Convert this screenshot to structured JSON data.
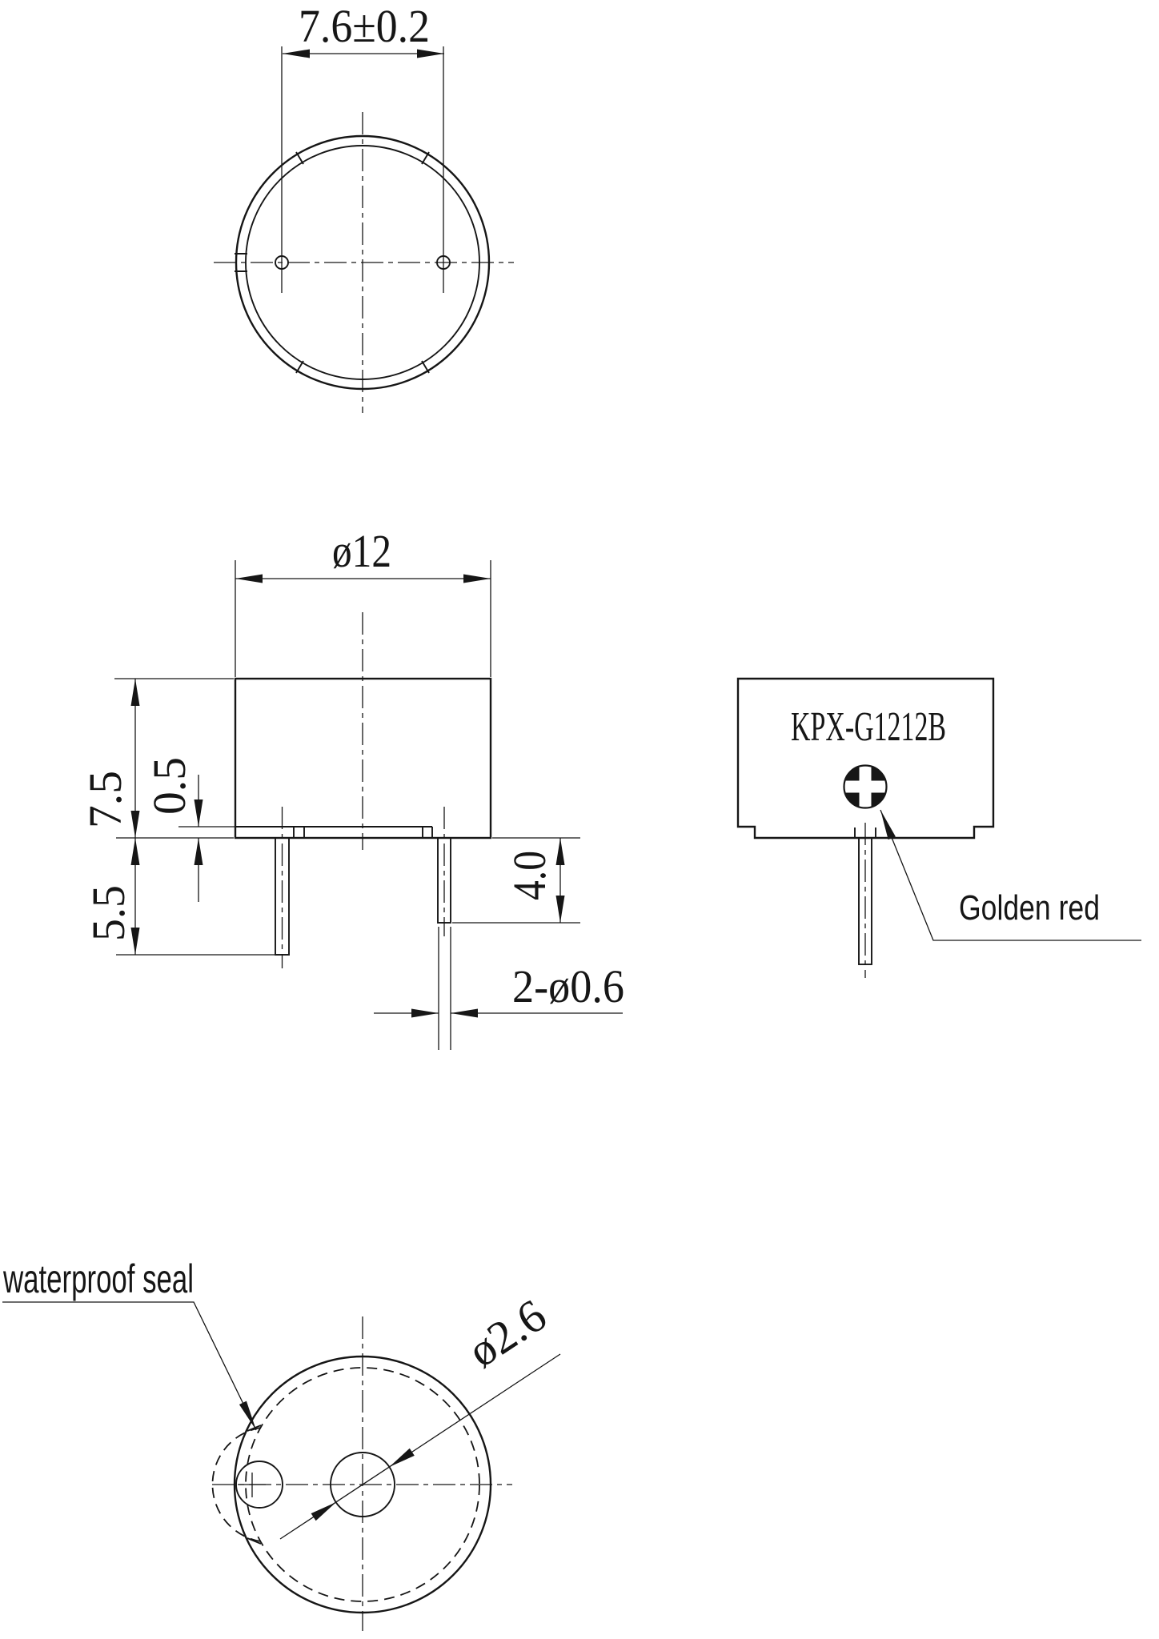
{
  "drawing": {
    "labels": {
      "model": "KPX-G1212B",
      "golden_red": "Golden red",
      "waterproof_seal": "waterproof seal"
    },
    "dimensions": {
      "pin_spacing": "7.6±0.2",
      "body_diameter": "ø12",
      "body_height": "7.5",
      "step_height": "0.5",
      "pin_length_left": "5.5",
      "pin_length_right": "4.0",
      "pin_holes": "2-ø0.6",
      "hole_diameter": "ø2.6"
    },
    "colors": {
      "line": "#161616",
      "background": "#ffffff"
    }
  }
}
